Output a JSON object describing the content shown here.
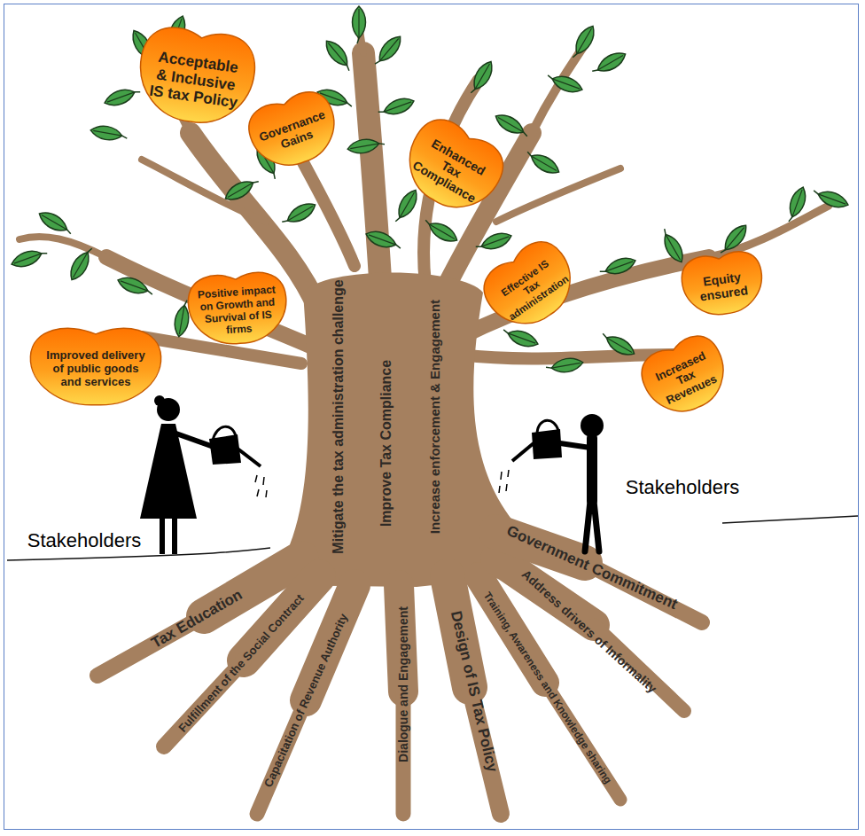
{
  "diagram": {
    "nodes": [
      {
        "text": [
          "Acceptable & Inclusive IS tax Policy"
        ]
      },
      {
        "text": [
          "Governance Gains"
        ]
      },
      {
        "text": [
          "Enhanced Tax Compliance"
        ]
      },
      {
        "text": [
          "Positive impact on Growth and Survival of IS firms"
        ]
      },
      {
        "text": [
          "Effective IS Tax administration"
        ]
      },
      {
        "text": [
          "Equity ensured"
        ]
      },
      {
        "text": [
          "Improved delivery of public goods and services"
        ]
      },
      {
        "text": [
          "Increased Tax Revenues"
        ]
      }
    ],
    "labels": [
      "Mitigate the tax administration challenge",
      "Improve Tax Compliance",
      "Increase enforcement & Engagement",
      "Stakeholders",
      "Stakeholders",
      "Government Commitment",
      "Address drivers of Informality",
      "Training, Awareness and Knowledge sharing",
      "Design of IS Tax Policy",
      "Dialogue and Engagement",
      "Capacitation of Revenue Authority",
      "Fulfillment of the Social Contract",
      "Tax Education"
    ]
  }
}
